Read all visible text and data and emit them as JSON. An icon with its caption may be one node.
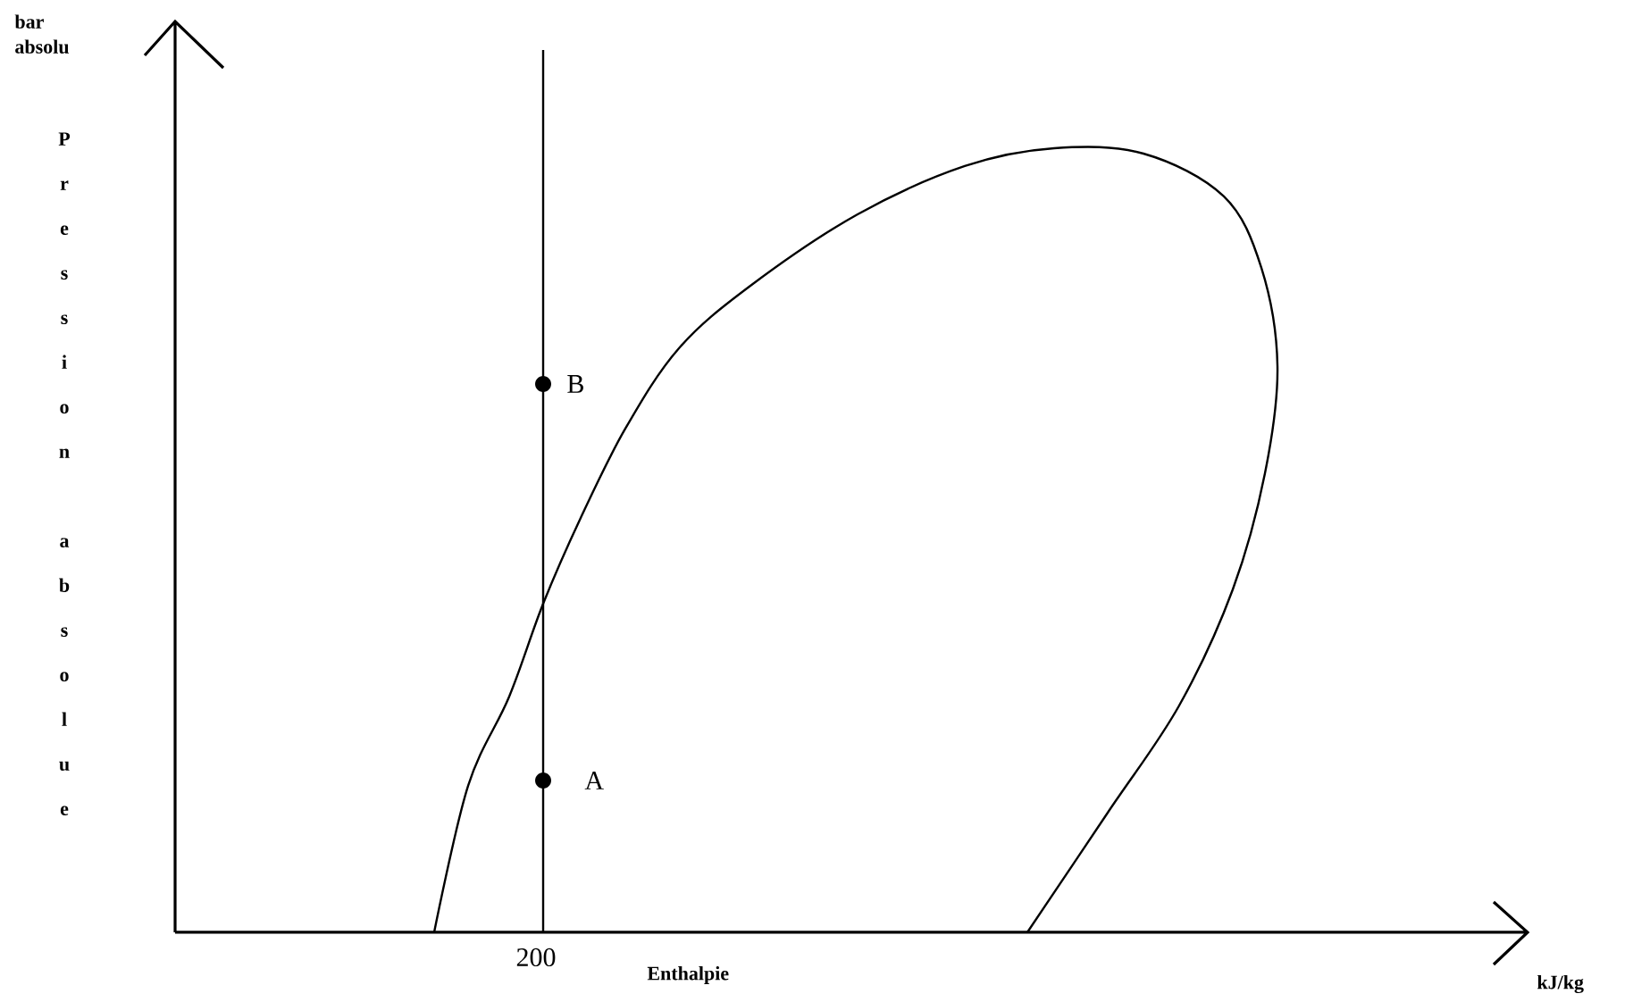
{
  "diagram": {
    "nodes": [
      {
        "text": [],
        "shape": "circle",
        "beside": [
          "B"
        ]
      },
      {
        "text": [],
        "shape": "circle",
        "beside": [
          "A"
        ]
      }
    ],
    "labels": [
      "bar absolu",
      "Pression absolue",
      "200",
      "Enthalpie",
      "kJ/kg"
    ]
  }
}
